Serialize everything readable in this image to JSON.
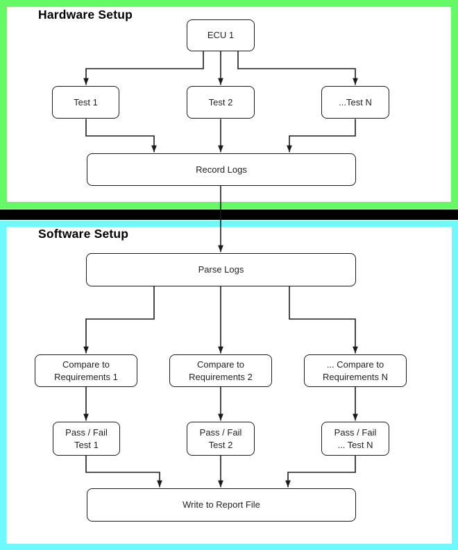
{
  "colors": {
    "hardware_frame": "#66f966",
    "software_frame": "#6ef9ff",
    "divider": "#000000",
    "node_border": "#1a1a1a",
    "node_fill": "#ffffff"
  },
  "hardware_section": {
    "title": "Hardware Setup",
    "nodes": {
      "ecu": "ECU 1",
      "test1": "Test 1",
      "test2": "Test 2",
      "test_n": "...Test N",
      "record_logs": "Record Logs"
    }
  },
  "software_section": {
    "title": "Software Setup",
    "nodes": {
      "parse_logs": "Parse Logs",
      "compare1": "Compare to\nRequirements 1",
      "compare2": "Compare to\nRequirements 2",
      "compare_n": "... Compare to\nRequirements N",
      "pass1": "Pass / Fail\nTest 1",
      "pass2": "Pass / Fail\nTest 2",
      "pass_n": "Pass / Fail\n... Test N",
      "write_report": "Write to Report File"
    }
  },
  "edges": [
    {
      "from": "ecu",
      "to": "test1"
    },
    {
      "from": "ecu",
      "to": "test2"
    },
    {
      "from": "ecu",
      "to": "test_n"
    },
    {
      "from": "test1",
      "to": "record_logs"
    },
    {
      "from": "test2",
      "to": "record_logs"
    },
    {
      "from": "test_n",
      "to": "record_logs"
    },
    {
      "from": "record_logs",
      "to": "parse_logs"
    },
    {
      "from": "parse_logs",
      "to": "compare1"
    },
    {
      "from": "parse_logs",
      "to": "compare2"
    },
    {
      "from": "parse_logs",
      "to": "compare_n"
    },
    {
      "from": "compare1",
      "to": "pass1"
    },
    {
      "from": "compare2",
      "to": "pass2"
    },
    {
      "from": "compare_n",
      "to": "pass_n"
    },
    {
      "from": "pass1",
      "to": "write_report"
    },
    {
      "from": "pass2",
      "to": "write_report"
    },
    {
      "from": "pass_n",
      "to": "write_report"
    }
  ]
}
